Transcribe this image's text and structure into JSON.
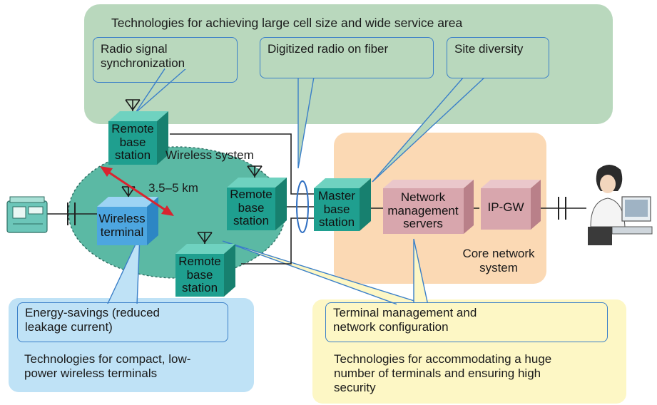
{
  "top_panel": {
    "title": "Technologies for achieving large cell size and wide service area",
    "callouts": [
      "Radio signal synchronization",
      "Digitized radio on fiber",
      "Site diversity"
    ]
  },
  "stations": {
    "remote_1": [
      "Remote",
      "base",
      "station"
    ],
    "remote_2": [
      "Remote",
      "base",
      "station"
    ],
    "remote_3": [
      "Remote",
      "base",
      "station"
    ],
    "master": [
      "Master",
      "base",
      "station"
    ],
    "wireless_terminal": [
      "Wireless",
      "terminal"
    ],
    "nms": [
      "Network",
      "management",
      "servers"
    ],
    "ipgw": "IP-GW"
  },
  "wireless_system_label": "Wireless system",
  "distance_label": "3.5–5 km",
  "core_network_label": [
    "Core network",
    "system"
  ],
  "blue_panel": {
    "callout": [
      "Energy-savings (reduced",
      "leakage current)"
    ],
    "text": [
      "Technologies for compact, low-",
      "power wireless terminals"
    ]
  },
  "yellow_panel": {
    "callout": [
      "Terminal management and",
      "network configuration"
    ],
    "text": [
      "Technologies for accommodating a huge",
      "number of terminals and ensuring high",
      "security"
    ]
  },
  "colors": {
    "green_panel": "#b9d8bd",
    "core_panel": "#fbd9b4",
    "blue_panel": "#bfe2f6",
    "yellow_panel": "#fdf7c5",
    "teal_box": "#1f9f8f",
    "blue_box": "#4da6e0",
    "pink_box": "#d8a6ad",
    "red_arrow": "#d9242f",
    "callout_border": "#3a7fc8"
  }
}
